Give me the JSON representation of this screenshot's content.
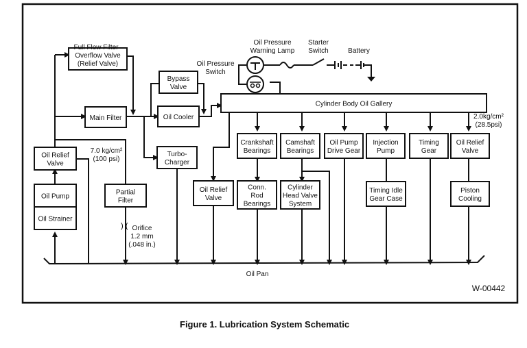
{
  "figure": {
    "caption": "Figure 1. Lubrication System Schematic",
    "drawing_code": "W-00442"
  },
  "labels": {
    "full_flow_filter": "Full Flow Filter",
    "oil_pressure_warning_lamp": [
      "Oil Pressure",
      "Warning Lamp"
    ],
    "oil_pressure_switch": [
      "Oil Pressure",
      "Switch"
    ],
    "starter_switch": [
      "Starter",
      "Switch"
    ],
    "battery": "Battery",
    "relief_pressure_main": [
      "7.0 kg/cm²",
      "(100 psi)"
    ],
    "relief_pressure_piston": [
      "2.0kg/cm²",
      "(28.5psi)"
    ],
    "orifice": [
      "Orifice",
      "1.2 mm",
      "(.048 in.)"
    ],
    "oil_pan": "Oil Pan"
  },
  "components": {
    "overflow_valve": [
      "Overflow Valve",
      "(Relief Valve)"
    ],
    "main_filter": [
      "Main Filter"
    ],
    "bypass_valve": [
      "Bypass",
      "Valve"
    ],
    "oil_cooler": [
      "Oil Cooler"
    ],
    "turbo_charger": [
      "Turbo-",
      "Charger"
    ],
    "oil_relief_valve_main": [
      "Oil Relief",
      "Valve"
    ],
    "oil_pump": [
      "Oil Pump"
    ],
    "oil_strainer": [
      "Oil Strainer"
    ],
    "partial_filter": [
      "Partial",
      "Filter"
    ],
    "cylinder_body_oil_gallery": [
      "Cylinder Body Oil Gallery"
    ],
    "oil_relief_valve_gallery": [
      "Oil Relief",
      "Valve"
    ],
    "crankshaft_bearings": [
      "Crankshaft",
      "Bearings"
    ],
    "conn_rod_bearings": [
      "Conn.",
      "Rod",
      "Bearings"
    ],
    "camshaft_bearings": [
      "Camshaft",
      "Bearings"
    ],
    "cylinder_head_valve_system": [
      "Cylinder",
      "Head Valve",
      "System"
    ],
    "oil_pump_drive_gear": [
      "Oil Pump",
      "Drive Gear"
    ],
    "injection_pump": [
      "Injection",
      "Pump"
    ],
    "timing_idle_gear_case": [
      "Timing Idle",
      "Gear Case"
    ],
    "timing_gear": [
      "Timing",
      "Gear"
    ],
    "oil_relief_valve_piston": [
      "Oil Relief",
      "Valve"
    ],
    "piston_cooling": [
      "Piston",
      "Cooling"
    ]
  }
}
